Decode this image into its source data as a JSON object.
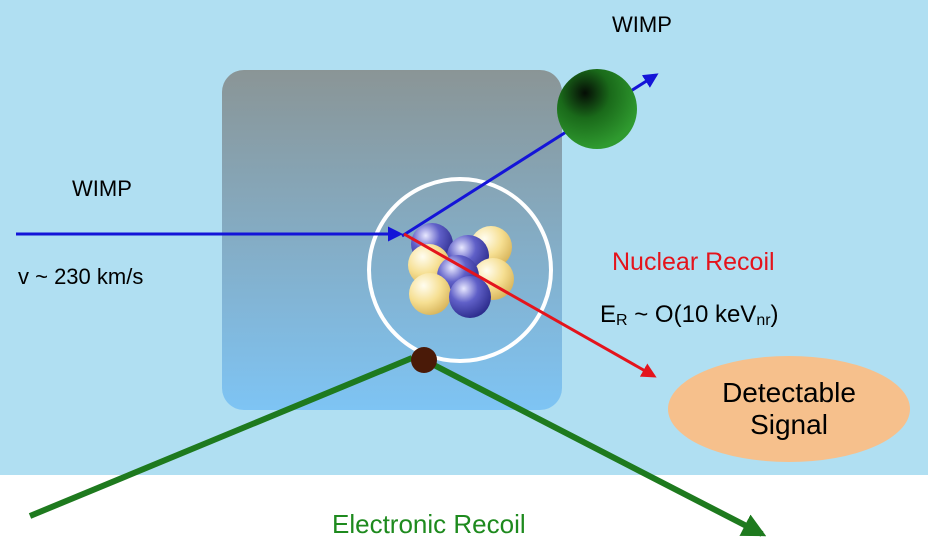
{
  "labels": {
    "wimp_incoming": "WIMP",
    "wimp_outgoing": "WIMP",
    "velocity": "v ~ 230 km/s",
    "nuclear_recoil": "Nuclear Recoil",
    "energy_symbol": "E",
    "energy_subscript": "R",
    "energy_value_prefix": " ~ O(10 keV",
    "energy_unit_subscript": "nr",
    "energy_value_suffix": ")",
    "signal_line1": "Detectable",
    "signal_line2": "Signal",
    "electronic_recoil": "Electronic Recoil"
  },
  "colors": {
    "background_top": "#b0dff2",
    "background_bottom": "#ffffff",
    "wimp_path": "#1414d8",
    "nuclear_recoil_path": "#e4141c",
    "electronic_recoil_path": "#1e7a1e",
    "electron": "#4a1a08",
    "signal_ellipse": "#f6c08c",
    "wimp_sphere": "#1e8a1e",
    "proton": "#f6e29a",
    "neutron": "#4848b0"
  },
  "icons": {
    "nucleus": "nucleus-icon",
    "electron": "electron-icon",
    "wimp": "wimp-sphere-icon"
  }
}
